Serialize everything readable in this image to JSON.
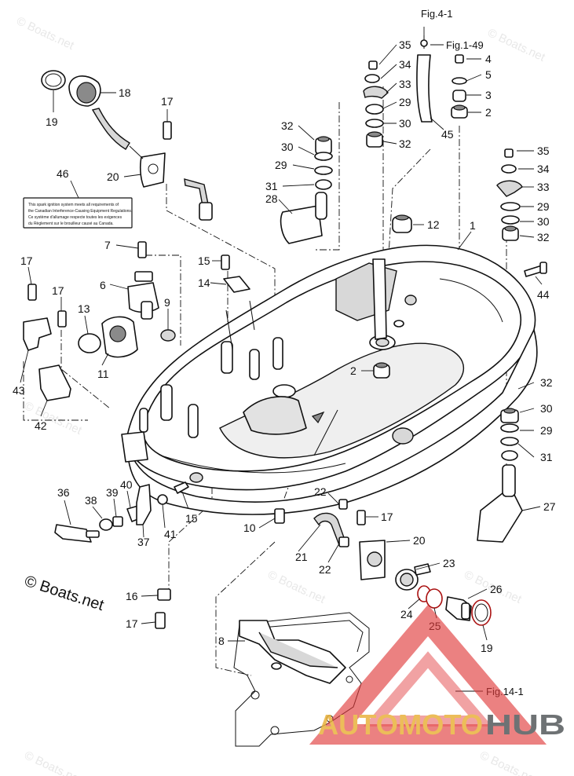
{
  "diagram": {
    "copyright": "© Boats.net",
    "watermark": "© Boats.net",
    "decal_text": [
      "This spark ignition system meets all requirements of",
      "the Canadian Interference-Causing Equipment Regulations.",
      "Ce système d'allumage respecte toutes les exigences",
      "du Règlement sur le brouilleur causé au Canada."
    ],
    "brand": {
      "part1": "AUTOMOTO",
      "part2": "HUB",
      "colors": {
        "triangle": "#e0393a",
        "auto": "#e9b23d",
        "hub": "#555a5c"
      }
    },
    "refs": {
      "fig4_1": "Fig.4-1",
      "fig1_49": "Fig.1-49",
      "fig14_1": "Fig.14-1"
    },
    "labels": {
      "l1": "1",
      "l2a": "2",
      "l2b": "2",
      "l3": "3",
      "l4": "4",
      "l5": "5",
      "l6": "6",
      "l7": "7",
      "l8": "8",
      "l9": "9",
      "l10": "10",
      "l11": "11",
      "l12": "12",
      "l13": "13",
      "l14": "14",
      "l15a": "15",
      "l15b": "15",
      "l16": "16",
      "l17a": "17",
      "l17b": "17",
      "l17c": "17",
      "l17d": "17",
      "l17e": "17",
      "l18": "18",
      "l19a": "19",
      "l19b": "19",
      "l20a": "20",
      "l20b": "20",
      "l21": "21",
      "l22a": "22",
      "l22b": "22",
      "l23": "23",
      "l24": "24",
      "l25": "25",
      "l26": "26",
      "l27": "27",
      "l28": "28",
      "l29a": "29",
      "l29b": "29",
      "l29c": "29",
      "l29d": "29",
      "l30a": "30",
      "l30b": "30",
      "l30c": "30",
      "l30d": "30",
      "l31a": "31",
      "l31b": "31",
      "l32a": "32",
      "l32b": "32",
      "l32c": "32",
      "l32d": "32",
      "l33a": "33",
      "l33b": "33",
      "l34a": "34",
      "l34b": "34",
      "l35a": "35",
      "l35b": "35",
      "l36": "36",
      "l37": "37",
      "l38": "38",
      "l39": "39",
      "l40": "40",
      "l41": "41",
      "l42": "42",
      "l43": "43",
      "l44": "44",
      "l45": "45",
      "l46": "46"
    }
  }
}
